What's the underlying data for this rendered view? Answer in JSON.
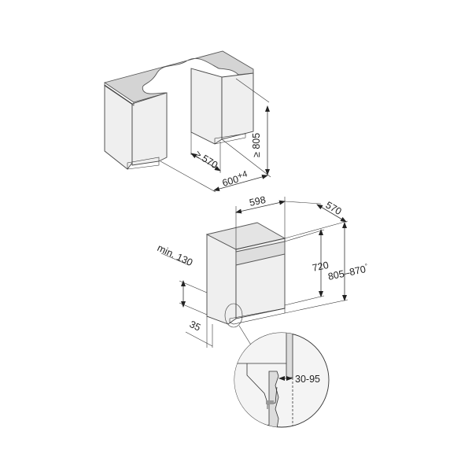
{
  "cabinet_niche": {
    "height_label": "≥ 805",
    "depth_label": "≥ 570",
    "width_label": "600",
    "width_tolerance": "+4"
  },
  "appliance": {
    "width_label": "598",
    "depth_label": "570",
    "door_height_label": "720",
    "total_height_label": "805–870",
    "total_height_marker": "°",
    "side_clearance_label": "min. 130",
    "plinth_label": "35"
  },
  "detail": {
    "gap_label": "30-95"
  },
  "colors": {
    "line": "#333333",
    "surface": "#efefef",
    "countertop": "#d4d4d4"
  }
}
